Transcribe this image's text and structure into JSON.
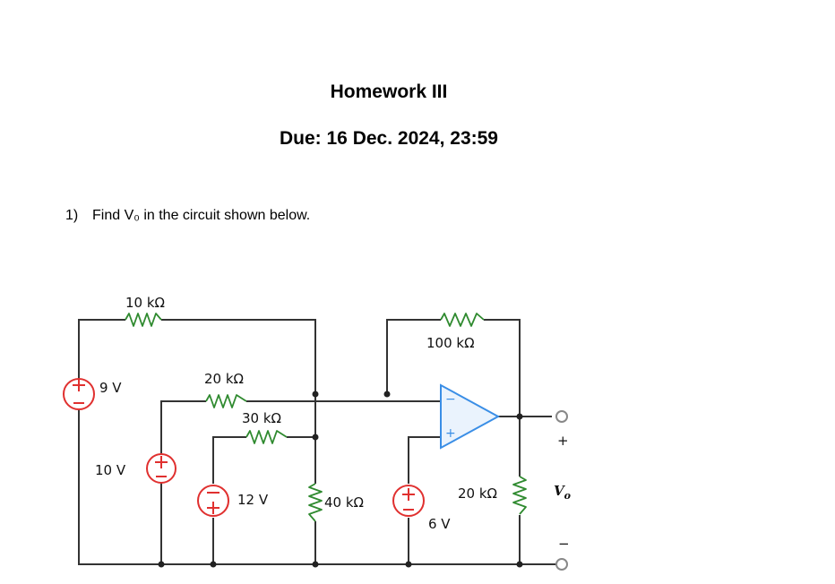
{
  "header": {
    "title": "Homework III",
    "due": "Due: 16 Dec. 2024, 23:59"
  },
  "question": {
    "number": "1)",
    "text": "Find V₀ in the circuit shown below."
  },
  "circuit": {
    "r_10k": "10 kΩ",
    "r_100k": "100 kΩ",
    "r_20k_top": "20 kΩ",
    "r_30k": "30 kΩ",
    "r_40k": "40 kΩ",
    "r_20k_out": "20 kΩ",
    "v_9": "9 V",
    "v_10": "10 V",
    "v_12": "12 V",
    "v_6": "6 V",
    "vo_plus": "+",
    "vo_minus": "−",
    "vo_label": "V",
    "vo_sub": "o",
    "opamp_minus": "−",
    "opamp_plus": "+",
    "colors": {
      "source": "#e0302f",
      "resistor": "#2f8a2f",
      "opamp": "#3a8ee6",
      "wire": "#333333"
    }
  }
}
